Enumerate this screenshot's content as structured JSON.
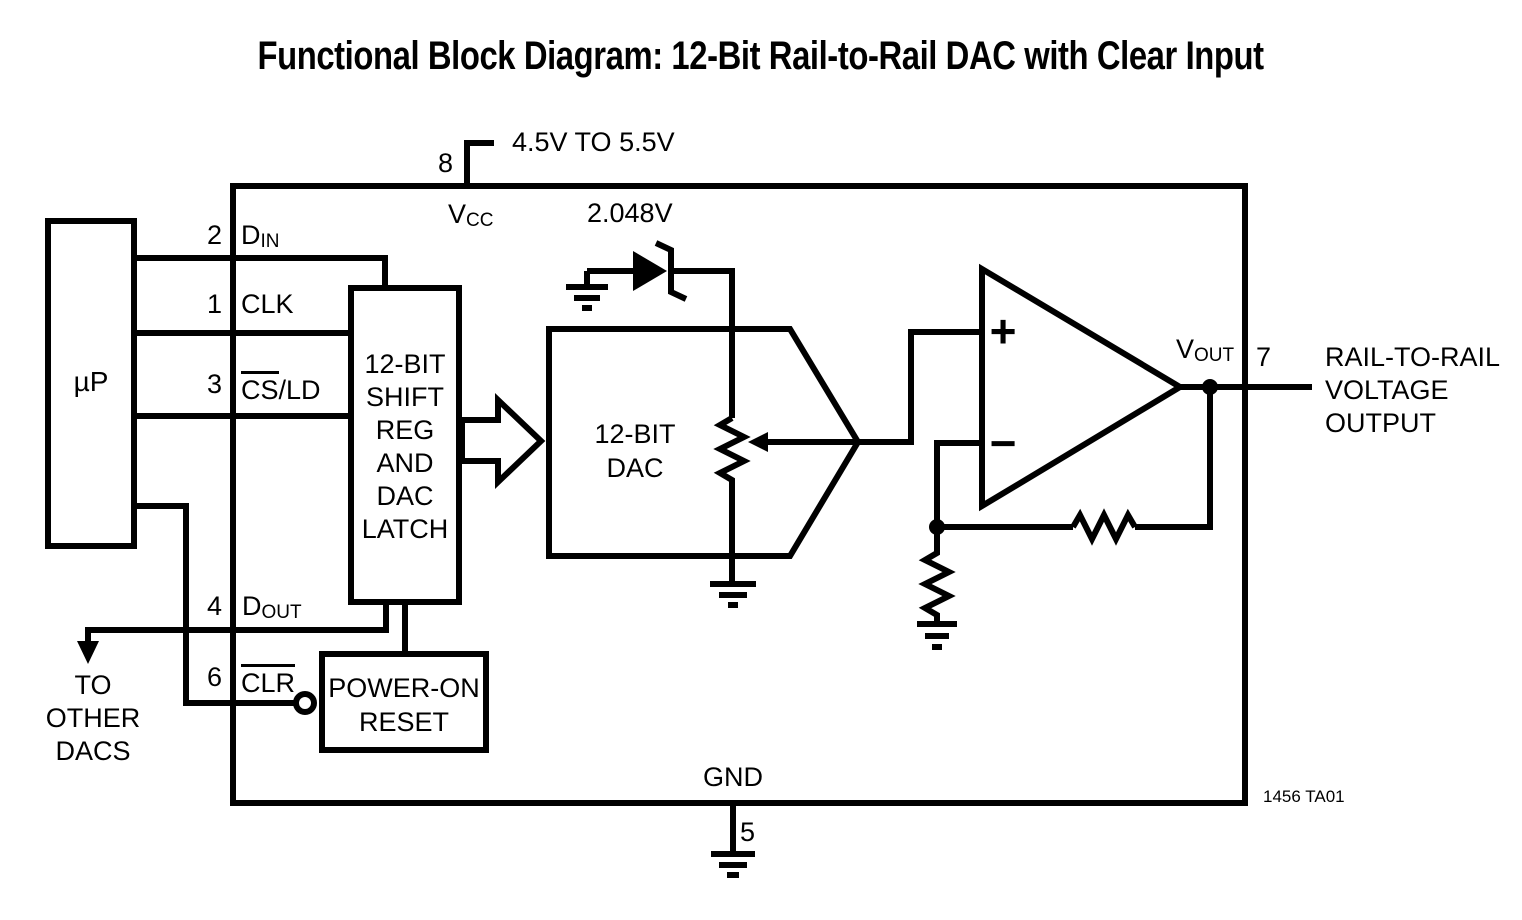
{
  "title": "Functional Block Diagram: 12-Bit Rail-to-Rail DAC with Clear Input",
  "colors": {
    "line": "#000000",
    "background": "#ffffff",
    "text": "#000000"
  },
  "supply": {
    "pin_number": "8",
    "label_main": "V",
    "label_sub": "CC",
    "range_text": "4.5V TO 5.5V"
  },
  "reference_voltage": "2.048V",
  "mp_block": {
    "label": "µP"
  },
  "shift_reg_block": {
    "lines": [
      "12-BIT",
      "SHIFT",
      "REG",
      "AND",
      "DAC",
      "LATCH"
    ]
  },
  "por_block": {
    "lines": [
      "POWER-ON",
      "RESET"
    ]
  },
  "dac_block": {
    "lines": [
      "12-BIT",
      "DAC"
    ]
  },
  "pins": {
    "din": {
      "number": "2",
      "main": "D",
      "sub": "IN"
    },
    "clk": {
      "number": "1",
      "label": "CLK"
    },
    "csld": {
      "number": "3",
      "overlined": "CS",
      "rest": "/LD"
    },
    "dout": {
      "number": "4",
      "main": "D",
      "sub": "OUT"
    },
    "clr": {
      "number": "6",
      "overlined": "CLR"
    },
    "gnd": {
      "number": "5",
      "label": "GND"
    },
    "vout": {
      "number": "7",
      "main": "V",
      "sub": "OUT"
    }
  },
  "opamp": {
    "plus": "+",
    "minus": "−"
  },
  "output_text": {
    "lines": [
      "RAIL-TO-RAIL",
      "VOLTAGE",
      "OUTPUT"
    ]
  },
  "to_other_dacs": {
    "lines": [
      "TO",
      "OTHER",
      "DACS"
    ]
  },
  "figure_id": "1456 TA01"
}
